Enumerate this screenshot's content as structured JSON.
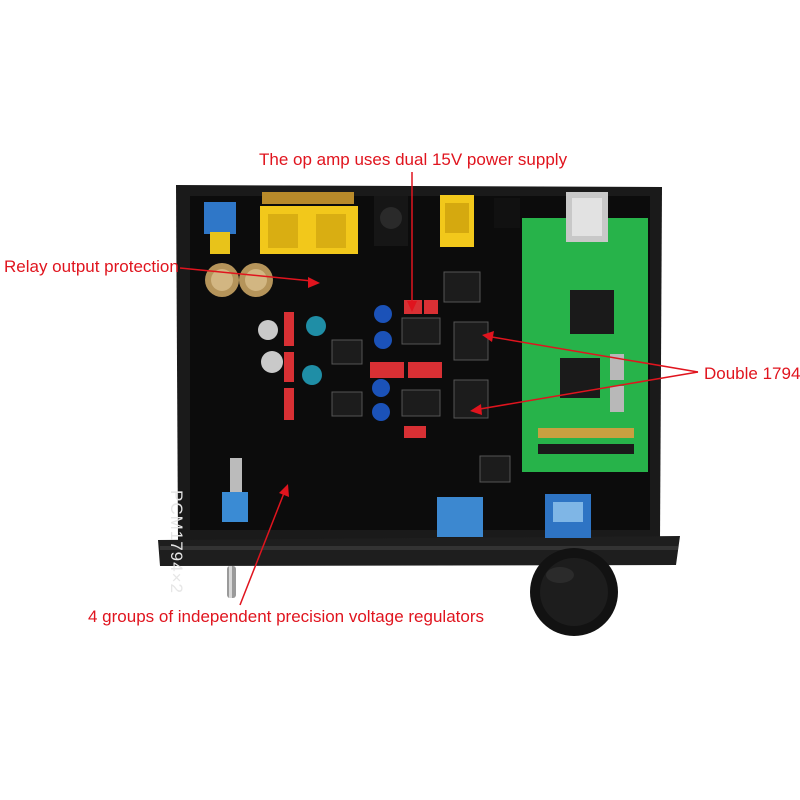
{
  "colors": {
    "annotation": "#e0141e",
    "case": "#151515",
    "pcb": "#0c0c0c",
    "usb_board": "#27b34a",
    "silkscreen": "#e6e6e6"
  },
  "annotations": {
    "op_amp": "The op amp uses dual 15V power supply",
    "relay": "Relay output protection",
    "dac": "Double 1794",
    "regulators": "4 groups of independent precision voltage regulators"
  },
  "board": {
    "silkscreen_label": "PCM1794×2"
  }
}
